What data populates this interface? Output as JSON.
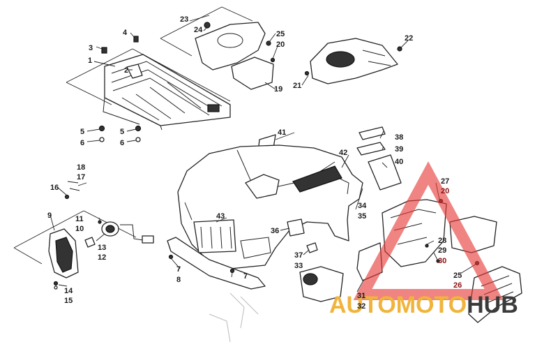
{
  "watermark": {
    "part1": "AUTO",
    "part2": "MOTO",
    "part3": "HUB",
    "color_gold": "#f0b43c",
    "color_dark": "#3a3a3a",
    "color_red": "#e53935"
  },
  "callouts": {
    "c1": "1",
    "c2": "2",
    "c3": "3",
    "c4": "4",
    "c5a": "5",
    "c5b": "5",
    "c6a": "6",
    "c6b": "6",
    "c7a": "7",
    "c7b": "7",
    "c8": "8",
    "c9": "9",
    "c10": "10",
    "c11": "11",
    "c12": "12",
    "c13": "13",
    "c14": "14",
    "c15": "15",
    "c16": "16",
    "c17": "17",
    "c18": "18",
    "c19": "19",
    "c20a": "20",
    "c20b": "20",
    "c21": "21",
    "c22": "22",
    "c23": "23",
    "c24": "24",
    "c25a": "25",
    "c25b": "25",
    "c26": "26",
    "c27": "27",
    "c28": "28",
    "c29": "29",
    "c30": "30",
    "c31": "31",
    "c32": "32",
    "c33": "33",
    "c34": "34",
    "c35": "35",
    "c36": "36",
    "c37": "37",
    "c38": "38",
    "c39": "39",
    "c40": "40",
    "c41": "41",
    "c42": "42",
    "c43": "43"
  }
}
